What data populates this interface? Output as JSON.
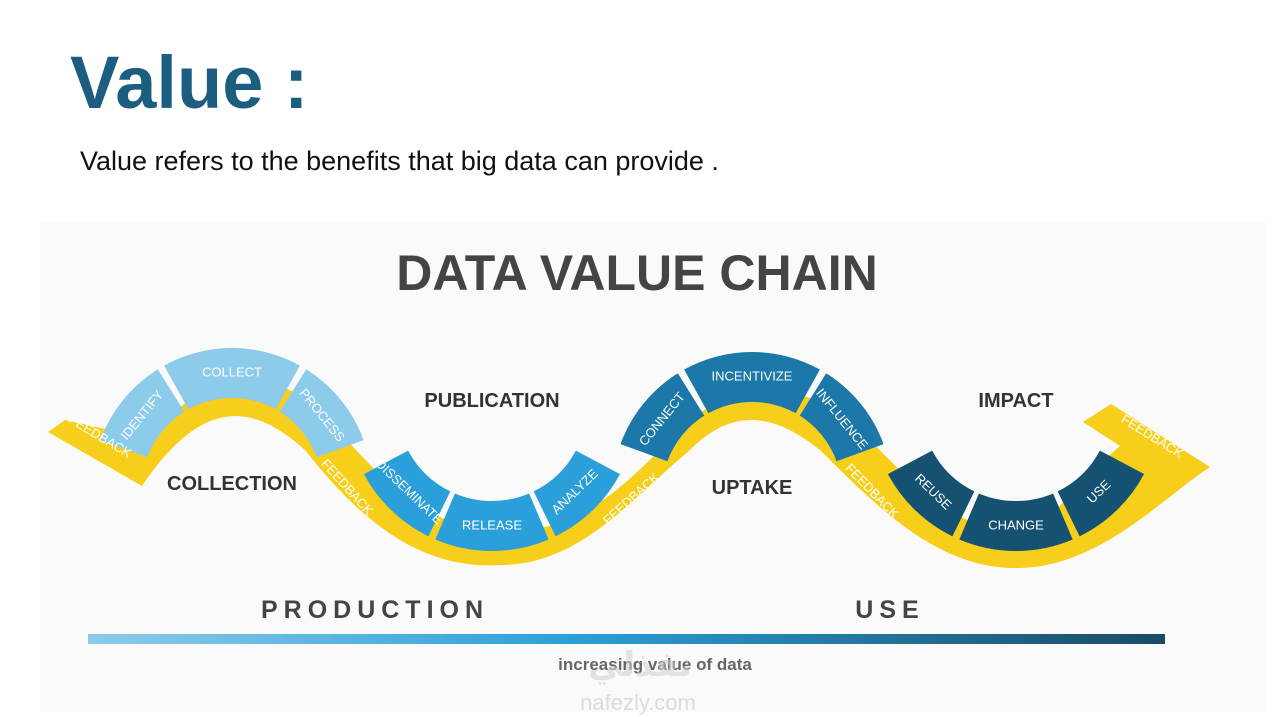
{
  "slide": {
    "title": "Value :",
    "subtitle": "Value refers to the benefits that big data can provide ."
  },
  "diagram": {
    "title": "DATA VALUE CHAIN",
    "stage_labels": {
      "collection": "COLLECTION",
      "publication": "PUBLICATION",
      "uptake": "UPTAKE",
      "impact": "IMPACT"
    },
    "segments": {
      "identify": "IDENTIFY",
      "collect": "COLLECT",
      "process": "PROCESS",
      "analyze": "ANALYZE",
      "release": "RELEASE",
      "disseminate": "DISSEMINATE",
      "connect": "CONNECT",
      "incentivize": "INCENTIVIZE",
      "influence": "INFLUENCE",
      "use": "USE",
      "change": "CHANGE",
      "reuse": "REUSE"
    },
    "feedback_label": "FEEDBACK",
    "phase_labels": {
      "production": "PRODUCTION",
      "use": "USE"
    },
    "bar_caption": "increasing value of data",
    "colors": {
      "collection_segments": "#8ccbea",
      "publication_segments": "#2b9fd9",
      "uptake_segments": "#1c78a8",
      "impact_segments": "#155170",
      "feedback_band": "#f7cf1b",
      "gradient_start": "#8ccbea",
      "gradient_end": "#1a4b66"
    }
  },
  "watermark": {
    "arabic": "نفذلي",
    "latin": "nafezly.com"
  }
}
